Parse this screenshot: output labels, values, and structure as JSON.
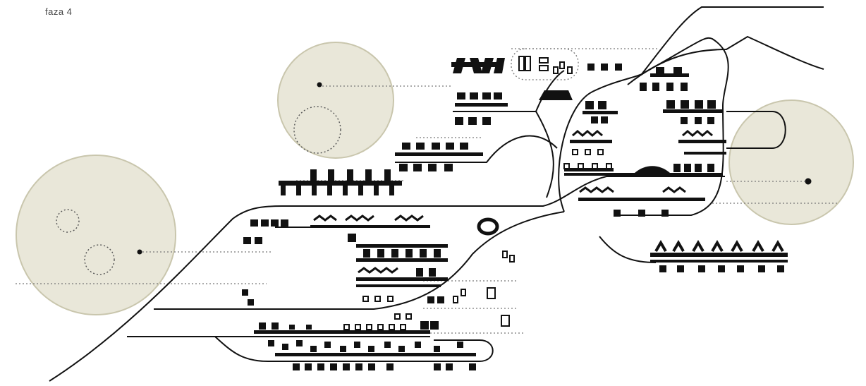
{
  "title": "faza 4",
  "colors": {
    "background": "#ffffff",
    "ink": "#111111",
    "circle_fill": "#e9e7d9",
    "circle_stroke": "#c9c6ad",
    "dotted": "#777777"
  },
  "icons": [
    "circle-zone",
    "dotted-sub-circle",
    "center-dot",
    "dotted-leader-line",
    "building-block",
    "plot-outline"
  ]
}
